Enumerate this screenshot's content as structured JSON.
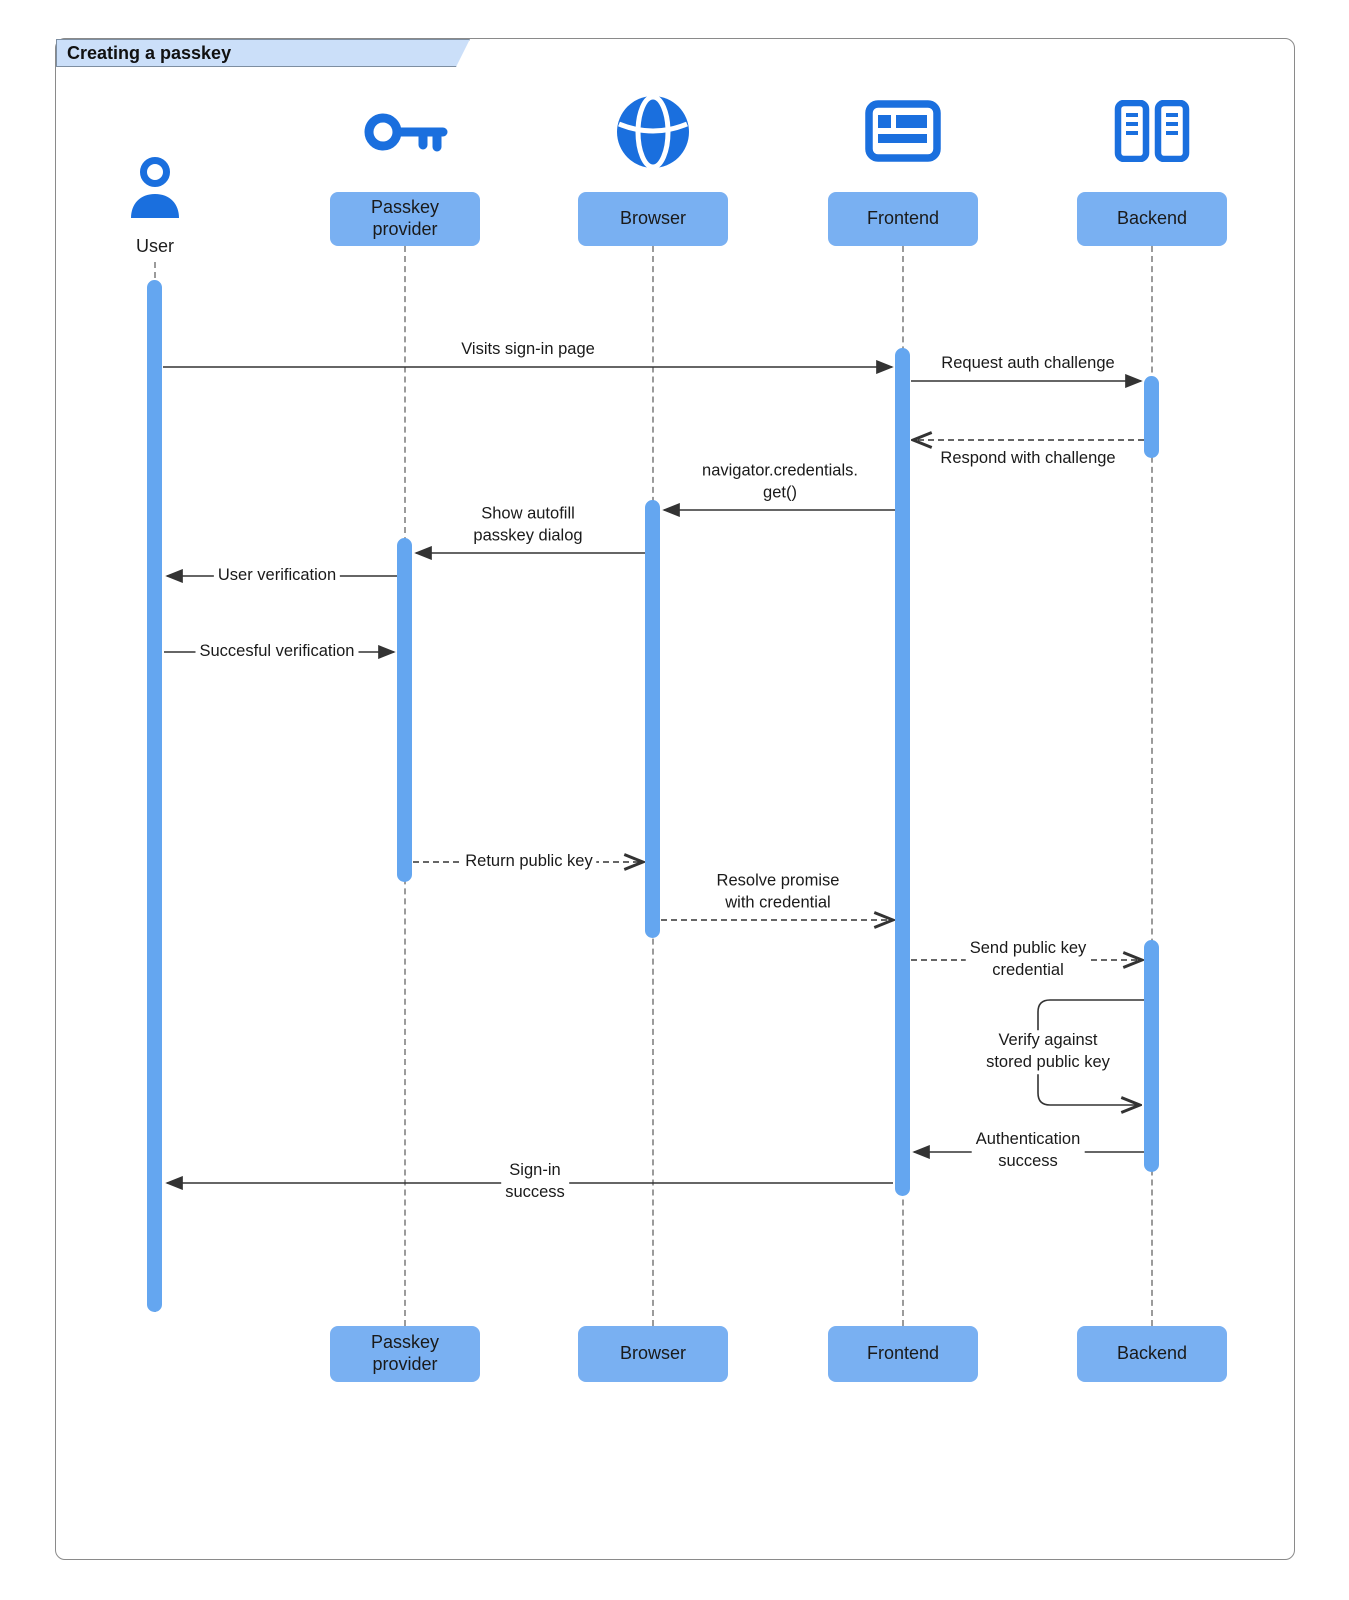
{
  "title": "Creating a passkey",
  "colors": {
    "box_fill": "#79b0f2",
    "activation_bar_fill": "#64a6f0",
    "icon_blue": "#1a6fde",
    "title_fill": "#cbdff9",
    "arrow": "#333333",
    "lifeline": "#9b9b9b"
  },
  "actors": [
    {
      "id": "user",
      "label": "User",
      "icon": "user-icon"
    },
    {
      "id": "passkey-provider",
      "label": "Passkey\nprovider",
      "icon": "key-icon"
    },
    {
      "id": "browser",
      "label": "Browser",
      "icon": "globe-icon"
    },
    {
      "id": "frontend",
      "label": "Frontend",
      "icon": "window-icon"
    },
    {
      "id": "backend",
      "label": "Backend",
      "icon": "server-icon"
    }
  ],
  "footer_labels": [
    "Passkey\nprovider",
    "Browser",
    "Frontend",
    "Backend"
  ],
  "messages": [
    {
      "from": "user",
      "to": "frontend",
      "style": "solid",
      "label": "Visits sign-in page"
    },
    {
      "from": "frontend",
      "to": "backend",
      "style": "solid",
      "label": "Request auth challenge"
    },
    {
      "from": "backend",
      "to": "frontend",
      "style": "dashed",
      "label": "Respond with challenge"
    },
    {
      "from": "frontend",
      "to": "browser",
      "style": "solid",
      "label": "navigator.credentials.\nget()"
    },
    {
      "from": "browser",
      "to": "passkey-provider",
      "style": "solid",
      "label": "Show autofill\npasskey dialog"
    },
    {
      "from": "passkey-provider",
      "to": "user",
      "style": "solid",
      "label": "User verification"
    },
    {
      "from": "user",
      "to": "passkey-provider",
      "style": "solid",
      "label": "Succesful verification"
    },
    {
      "from": "passkey-provider",
      "to": "browser",
      "style": "dashed",
      "label": "Return public key"
    },
    {
      "from": "browser",
      "to": "frontend",
      "style": "dashed",
      "label": "Resolve promise\nwith credential"
    },
    {
      "from": "frontend",
      "to": "backend",
      "style": "dashed",
      "label": "Send public key\ncredential"
    },
    {
      "from": "backend",
      "to": "backend",
      "style": "self",
      "label": "Verify against\nstored public key"
    },
    {
      "from": "backend",
      "to": "frontend",
      "style": "solid",
      "label": "Authentication\nsuccess"
    },
    {
      "from": "frontend",
      "to": "user",
      "style": "solid",
      "label": "Sign-in\nsuccess"
    }
  ]
}
